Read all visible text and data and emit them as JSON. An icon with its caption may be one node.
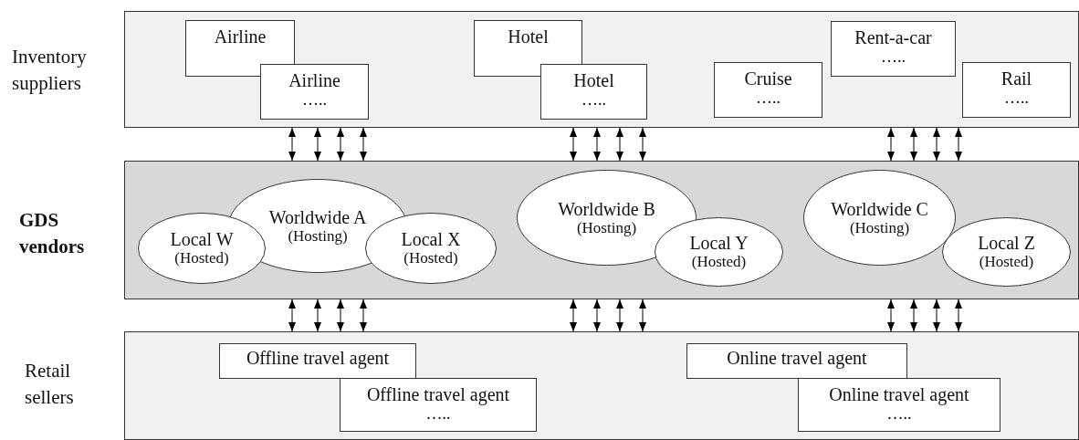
{
  "diagram": {
    "nodes": [
      {
        "text": [
          "Inventory suppliers"
        ]
      },
      {
        "text": [
          "Airline"
        ],
        "in": 0
      },
      {
        "text": [
          "Airline",
          "….."
        ],
        "in": 0
      },
      {
        "text": [
          "Hotel"
        ],
        "in": 0
      },
      {
        "text": [
          "Hotel",
          "….."
        ],
        "in": 0
      },
      {
        "text": [
          "Cruise",
          "….."
        ],
        "in": 0
      },
      {
        "text": [
          "Rent-a-car",
          "….."
        ],
        "in": 0
      },
      {
        "text": [
          "Rail",
          "….."
        ],
        "in": 0
      },
      {
        "text": [
          "GDS vendors"
        ]
      },
      {
        "text": [
          "Worldwide A",
          "(Hosting)"
        ],
        "in": 8
      },
      {
        "text": [
          "Local W",
          "(Hosted)"
        ],
        "in": 8
      },
      {
        "text": [
          "Local X",
          "(Hosted)"
        ],
        "in": 8
      },
      {
        "text": [
          "Worldwide B",
          "(Hosting)"
        ],
        "in": 8
      },
      {
        "text": [
          "Local Y",
          "(Hosted)"
        ],
        "in": 8
      },
      {
        "text": [
          "Worldwide C",
          "(Hosting)"
        ],
        "in": 8
      },
      {
        "text": [
          "Local Z",
          "(Hosted)"
        ],
        "in": 8
      },
      {
        "text": [
          "Retail sellers"
        ]
      },
      {
        "text": [
          "Offline travel agent"
        ],
        "in": 16
      },
      {
        "text": [
          "Offline travel agent",
          "….."
        ],
        "in": 16
      },
      {
        "text": [
          "Online travel agent"
        ],
        "in": 16
      },
      {
        "text": [
          "Online travel agent",
          "….."
        ],
        "in": 16
      }
    ],
    "edges": [
      {
        "from": 0,
        "to": 8,
        "arrow": "both"
      },
      {
        "from": 0,
        "to": 8,
        "arrow": "both"
      },
      {
        "from": 0,
        "to": 8,
        "arrow": "both"
      },
      {
        "from": 0,
        "to": 8,
        "arrow": "both"
      },
      {
        "from": 0,
        "to": 8,
        "arrow": "both"
      },
      {
        "from": 0,
        "to": 8,
        "arrow": "both"
      },
      {
        "from": 0,
        "to": 8,
        "arrow": "both"
      },
      {
        "from": 0,
        "to": 8,
        "arrow": "both"
      },
      {
        "from": 0,
        "to": 8,
        "arrow": "both"
      },
      {
        "from": 0,
        "to": 8,
        "arrow": "both"
      },
      {
        "from": 0,
        "to": 8,
        "arrow": "both"
      },
      {
        "from": 0,
        "to": 8,
        "arrow": "both"
      },
      {
        "from": 8,
        "to": 16,
        "arrow": "both"
      },
      {
        "from": 8,
        "to": 16,
        "arrow": "both"
      },
      {
        "from": 8,
        "to": 16,
        "arrow": "both"
      },
      {
        "from": 8,
        "to": 16,
        "arrow": "both"
      },
      {
        "from": 8,
        "to": 16,
        "arrow": "both"
      },
      {
        "from": 8,
        "to": 16,
        "arrow": "both"
      },
      {
        "from": 8,
        "to": 16,
        "arrow": "both"
      },
      {
        "from": 8,
        "to": 16,
        "arrow": "both"
      },
      {
        "from": 8,
        "to": 16,
        "arrow": "both"
      },
      {
        "from": 8,
        "to": 16,
        "arrow": "both"
      },
      {
        "from": 8,
        "to": 16,
        "arrow": "both"
      },
      {
        "from": 8,
        "to": 16,
        "arrow": "both"
      }
    ]
  }
}
